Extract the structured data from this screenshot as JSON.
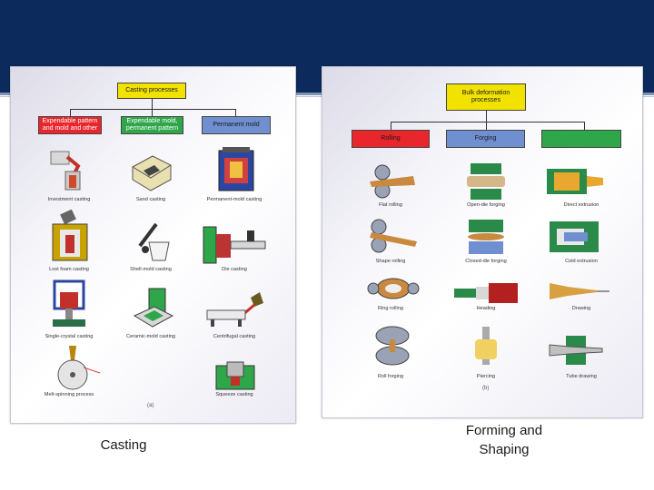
{
  "left_figure": {
    "root": "Casting processes",
    "categories": [
      "Expendable pattern and mold and other",
      "Expendable mold, permanent pattern",
      "Permanent mold"
    ],
    "labels": [
      "Investment casting",
      "Sand casting",
      "Permanent-mold casting",
      "Lost foam casting",
      "Shell-mold casting",
      "Die casting",
      "Single-crystal casting",
      "Ceramic-mold casting",
      "Centrifugal casting",
      "Melt-spinning process",
      "Squeeze casting"
    ],
    "sub_label": "(a)",
    "colors": {
      "root": "#f2e200",
      "cat1": "#e8262b",
      "cat2": "#2fa64a",
      "cat3": "#6f8fd0"
    }
  },
  "right_figure": {
    "root": "Bulk deformation processes",
    "categories": [
      "Rolling",
      "Forging",
      ""
    ],
    "labels": [
      "Flat rolling",
      "Open-die forging",
      "Direct extrusion",
      "Shape rolling",
      "Closed-die forging",
      "Cold extrusion",
      "Ring rolling",
      "Heading",
      "Drawing",
      "Roll forging",
      "Piercing",
      "Tube drawing"
    ],
    "sub_label": "(b)",
    "colors": {
      "root": "#f2e200",
      "cat1": "#e8262b",
      "cat2": "#6f8fd0",
      "cat3": "#2fa64a"
    }
  },
  "captions": {
    "left": "Casting",
    "right": "Forming and Shaping"
  }
}
